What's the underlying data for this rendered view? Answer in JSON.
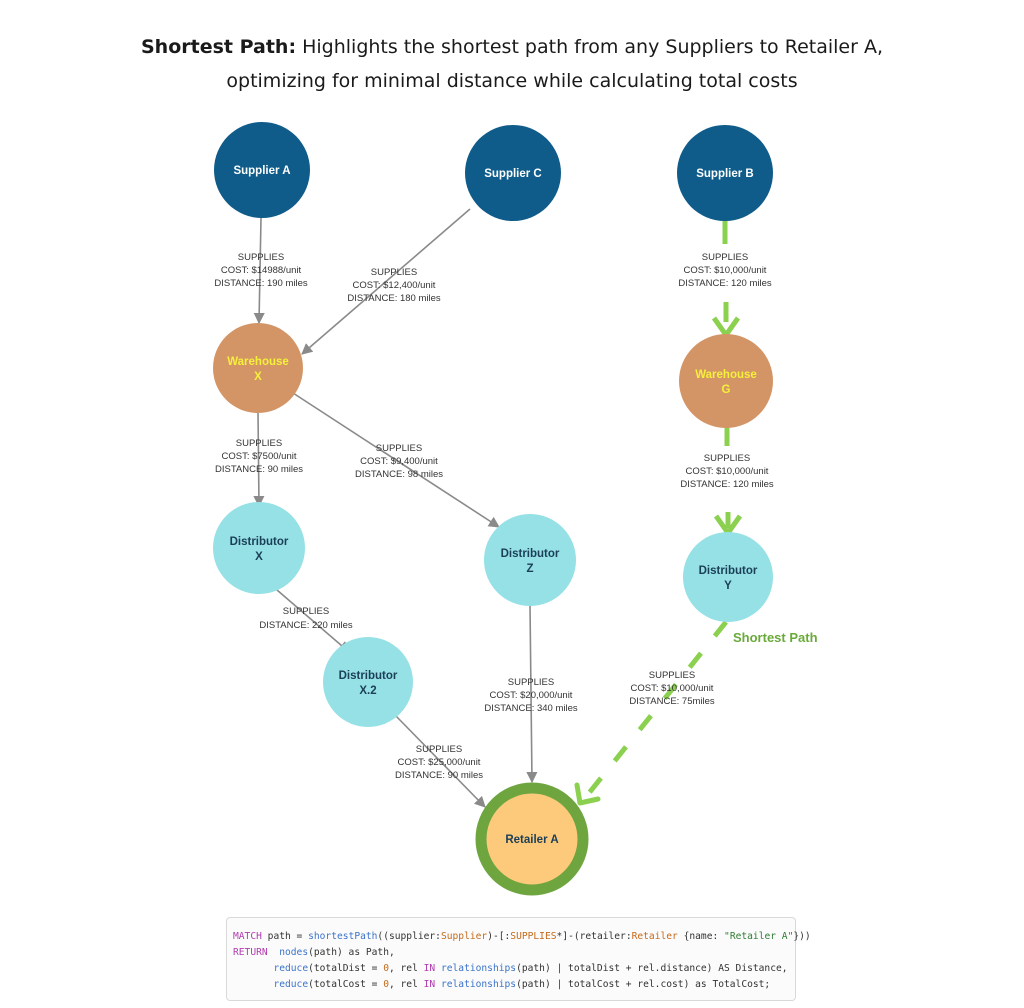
{
  "caption": {
    "bold": "Shortest Path:",
    "line1": " Highlights the shortest path from any Suppliers to Retailer A,",
    "line2": "optimizing for minimal distance while calculating total costs"
  },
  "colors": {
    "supplier": "#0f5c8a",
    "warehouse": "#d39566",
    "distributor": "#95e1e6",
    "retailer_fill": "#fdc97a",
    "retailer_ring": "#6ea53f",
    "path_green": "#8bd14f",
    "edge_gray": "#8a8a8a"
  },
  "nodes": {
    "supplier_a": {
      "line1": "Supplier A",
      "line2": ""
    },
    "supplier_c": {
      "line1": "Supplier C",
      "line2": ""
    },
    "supplier_b": {
      "line1": "Supplier B",
      "line2": ""
    },
    "warehouse_x": {
      "line1": "Warehouse",
      "line2": "X"
    },
    "warehouse_g": {
      "line1": "Warehouse",
      "line2": "G"
    },
    "distributor_x": {
      "line1": "Distributor",
      "line2": "X"
    },
    "distributor_z": {
      "line1": "Distributor",
      "line2": "Z"
    },
    "distributor_y": {
      "line1": "Distributor",
      "line2": "Y"
    },
    "distributor_x2": {
      "line1": "Distributor",
      "line2": "X.2"
    },
    "retailer_a": {
      "line1": "Retailer A",
      "line2": ""
    }
  },
  "edges": {
    "sa_wx": [
      "SUPPLIES",
      "COST: $14988/unit",
      "DISTANCE: 190 miles"
    ],
    "sc_wx": [
      "SUPPLIES",
      "COST: $12,400/unit",
      "DISTANCE: 180 miles"
    ],
    "sb_wg": [
      "SUPPLIES",
      "COST: $10,000/unit",
      "DISTANCE: 120 miles"
    ],
    "wx_dx": [
      "SUPPLIES",
      "COST: $7500/unit",
      "DISTANCE: 90 miles"
    ],
    "wx_dz": [
      "SUPPLIES",
      "COST: $9,400/unit",
      "DISTANCE: 98 miles"
    ],
    "wg_dy": [
      "SUPPLIES",
      "COST: $10,000/unit",
      "DISTANCE: 120 miles"
    ],
    "dx_dx2": [
      "SUPPLIES",
      "DISTANCE: 220 miles"
    ],
    "dz_ra": [
      "SUPPLIES",
      "COST: $20,000/unit",
      "DISTANCE: 340 miles"
    ],
    "dy_ra": [
      "SUPPLIES",
      "COST: $10,000/unit",
      "DISTANCE: 75miles"
    ],
    "dx2_ra": [
      "SUPPLIES",
      "COST: $25,000/unit",
      "DISTANCE: 90 miles"
    ]
  },
  "shortest_path_label": "Shortest Path",
  "code": {
    "l1": {
      "kw1": "MATCH",
      "t1": " path = ",
      "fn1": "shortestPath",
      "t2": "((supplier:",
      "lb1": "Supplier",
      "t3": ")-[:",
      "lb2": "SUPPLIES",
      "t4": "*]-(retailer:",
      "lb3": "Retailer",
      "t5": " {name: ",
      "str1": "\"Retailer A\"",
      "t6": "}))"
    },
    "l2": {
      "kw1": "RETURN",
      "t1": "  ",
      "fn1": "nodes",
      "t2": "(path) as Path,"
    },
    "l3": {
      "t0": "       ",
      "fn1": "reduce",
      "t1": "(totalDist = ",
      "lb1": "0",
      "t2": ", rel ",
      "kw1": "IN",
      "t3": " ",
      "fn2": "relationships",
      "t4": "(path) | totalDist + rel.distance) AS Distance,"
    },
    "l4": {
      "t0": "       ",
      "fn1": "reduce",
      "t1": "(totalCost = ",
      "lb1": "0",
      "t2": ", rel ",
      "kw1": "IN",
      "t3": " ",
      "fn2": "relationships",
      "t4": "(path) | totalCost + rel.cost) as TotalCost;"
    }
  }
}
